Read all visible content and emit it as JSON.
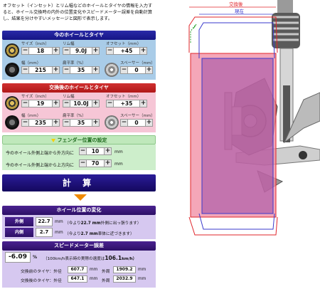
{
  "intro": "オフセット（インセット）とリム幅などのホイールとタイヤの情報を入力すると、ホイール交換時の内外の位置変化やスピードメーター誤差を自動計算し、結果を分けやすいメッセージと図形で表示します。",
  "current": {
    "title": "今のホイールとタイヤ",
    "labels": {
      "size": "サイズ（inch）",
      "rim": "リム幅",
      "offset": "オフセット（mm）",
      "width": "幅（mm）",
      "aspect": "扁平率（%）",
      "spacer": "スペーサー（mm）"
    },
    "size": "18",
    "rim": "9.0J",
    "offset": "+45",
    "width": "215",
    "aspect": "35",
    "spacer": "0"
  },
  "replacement": {
    "title": "交換後のホイールとタイヤ",
    "labels": {
      "size": "サイズ（inch）",
      "rim": "リム幅",
      "offset": "オフセット（mm）",
      "width": "幅（mm）",
      "aspect": "扁平率（%）",
      "spacer": "スペーサー（mm）"
    },
    "size": "19",
    "rim": "10.0J",
    "offset": "+35",
    "width": "235",
    "aspect": "35",
    "spacer": "0"
  },
  "fender": {
    "title": "フェンダー位置の設定",
    "row1_label": "今のホイール外側上端から外方向に",
    "row1_value": "10",
    "row2_label": "今のホイール外側上端から上方向に",
    "row2_value": "70",
    "unit": "mm"
  },
  "buttons": {
    "minus": "−",
    "plus": "+",
    "calc": "計 算"
  },
  "position_change": {
    "title": "ホイール位置の変化",
    "outer_label": "外側",
    "outer_value": "22.7",
    "outer_unit": "mm",
    "outer_msg_pre": "（今より",
    "outer_msg_strong": "22.7 mm",
    "outer_msg_post": "外側に出っ張ります）",
    "inner_label": "内側",
    "inner_value": "2.7",
    "inner_unit": "mm",
    "inner_msg_pre": "（今より",
    "inner_msg_strong": "2.7 mm",
    "inner_msg_post": "車体に近づきます）"
  },
  "speedometer": {
    "title": "スピードメーター誤差",
    "error_value": "-6.09",
    "error_unit": "%",
    "msg_pre": "（100km/h表示時の実際の速度は",
    "msg_strong": "106.1",
    "msg_post": "km/h）",
    "before_label": "交換前のタイヤ：外径",
    "before_outer": "607.7",
    "before_circ_label": "外周",
    "before_circ": "1909.2",
    "after_label": "交換後のタイヤ：外径",
    "after_outer": "647.1",
    "after_circ_label": "外周",
    "after_circ": "2032.9",
    "unit": "mm"
  },
  "diagram": {
    "after_label": "交換後",
    "current_label": "現在",
    "colors": {
      "after": "#e0242a",
      "current": "#3a3acc",
      "fender": "#2aa02a",
      "after_fill": "#f08aa0",
      "current_fill": "#9a5aa8"
    }
  }
}
